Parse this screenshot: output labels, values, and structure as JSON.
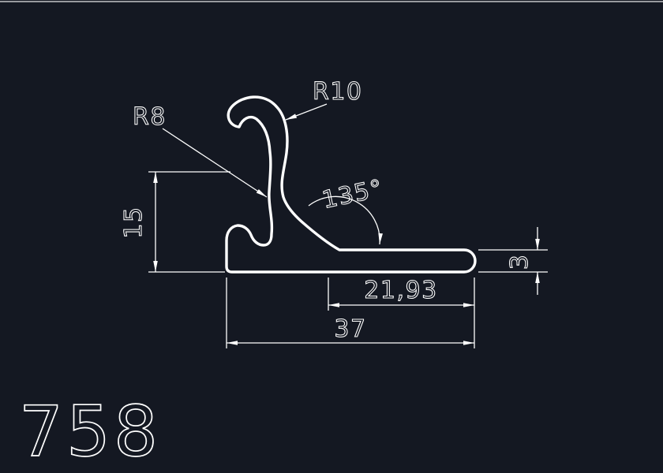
{
  "colors": {
    "background": "#141822",
    "line": "#ffffff"
  },
  "title_block": {
    "part_number": "758"
  },
  "labels": {
    "radius_top": "R10",
    "radius_inner": "R8",
    "angle": "135°",
    "height": "15",
    "thickness": "3",
    "flange_length": "21,93",
    "total_width": "37"
  }
}
